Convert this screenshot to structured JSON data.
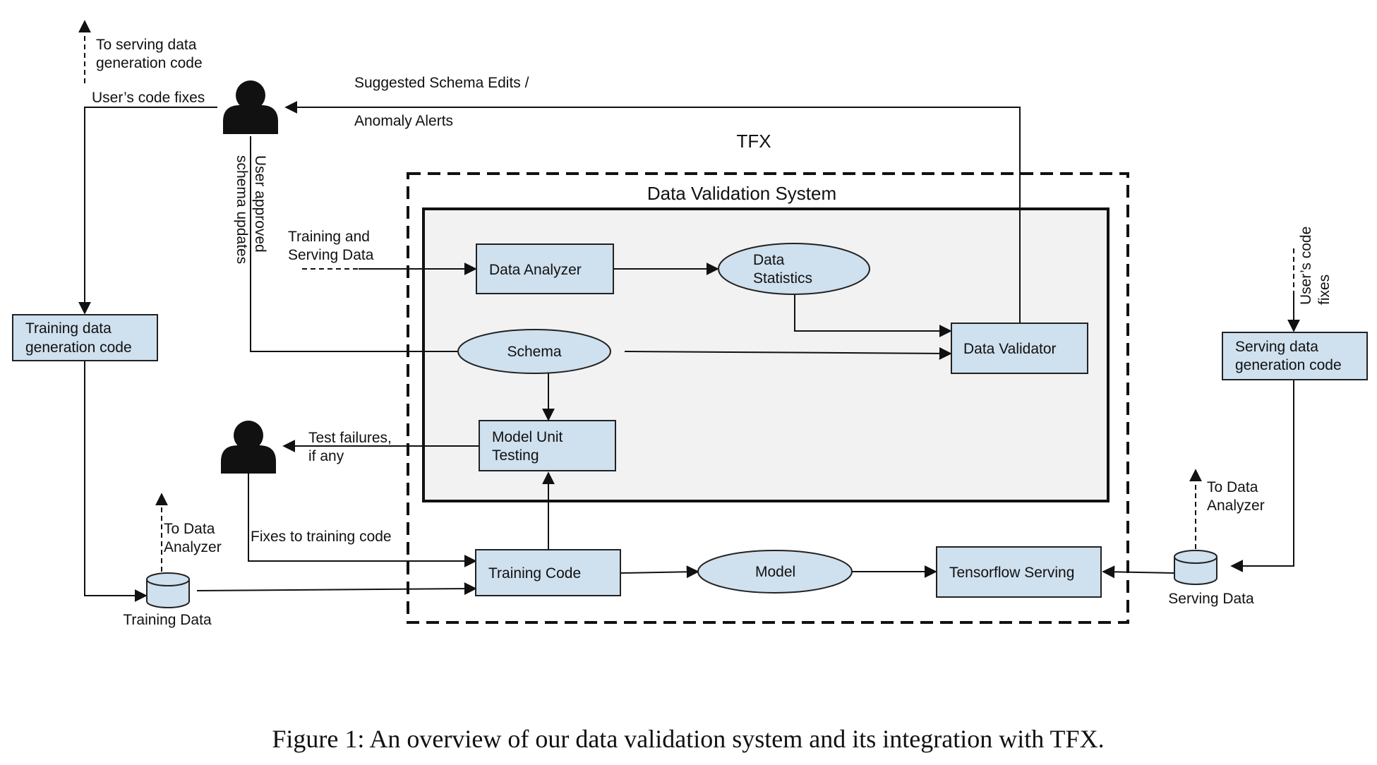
{
  "tfx_label": "TFX",
  "system_label": "Data Validation System",
  "nodes": {
    "data_analyzer": "Data Analyzer",
    "data_statistics": [
      "Data",
      "Statistics"
    ],
    "schema": "Schema",
    "data_validator": "Data Validator",
    "model_unit_testing": [
      "Model Unit",
      "Testing"
    ],
    "training_code": "Training Code",
    "model": "Model",
    "tensorflow_serving": "Tensorflow Serving",
    "training_data_generation_code": [
      "Training data",
      "generation code"
    ],
    "serving_data_generation_code": [
      "Serving data",
      "generation code"
    ],
    "training_data": "Training Data",
    "serving_data": "Serving Data"
  },
  "edge_labels": {
    "to_serving_data_generation_code": [
      "To serving data",
      "generation code"
    ],
    "users_code_fixes_left": "User’s code fixes",
    "suggested_schema_edits": "Suggested Schema Edits /",
    "anomaly_alerts": "Anomaly Alerts",
    "user_approved_schema_updates": [
      "User approved",
      "schema updates"
    ],
    "training_and_serving_data": [
      "Training and",
      "Serving Data"
    ],
    "test_failures": [
      "Test failures,",
      "if any"
    ],
    "fixes_to_training_code": "Fixes to training code",
    "to_data_analyzer_left": [
      "To Data",
      "Analyzer"
    ],
    "to_data_analyzer_right": [
      "To Data",
      "Analyzer"
    ],
    "users_code_fixes_right": [
      "User’s code",
      "fixes"
    ]
  },
  "caption": "Figure 1: An overview of our data validation system and its integration with TFX.",
  "colors": {
    "node_fill": "#cfe0ee",
    "system_fill": "#f2f2f2",
    "stroke": "#222222"
  }
}
